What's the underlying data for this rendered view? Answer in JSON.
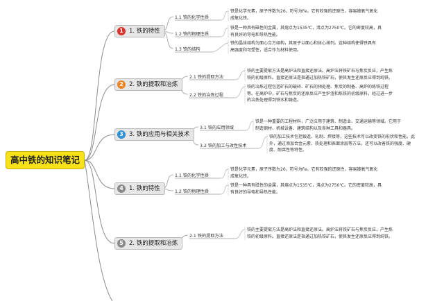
{
  "root": {
    "label": "高中铁的知识笔记"
  },
  "colors": {
    "red": "#d9332c",
    "orange": "#e98527",
    "blue": "#2f8fd0",
    "gray": "#8a8a8a"
  },
  "branches": [
    {
      "num": "1",
      "label": "1. 铁的特性",
      "subs": [
        {
          "label": "1.1 铁的化学性质",
          "lines": [
            "铁是化学元素，原子序数为26，符号为Fe。它有较强的还原性，容易被氧气氧化",
            "成氧化铁。"
          ]
        },
        {
          "label": "1.2 铁的物理性质",
          "lines": [
            "铁是一种具有磁性的金属，其熔点为1535℃，沸点为2750℃。它的密度较高，具",
            "有良好的导电和导热性能。"
          ]
        },
        {
          "label": "1.3 铁的结构",
          "lines": [
            "铁的晶体结构为面心立方结构，其原子以面心和体心排列。这种结构使得铁具有",
            "高强度和可塑性，适合作为材料使用。"
          ]
        }
      ]
    },
    {
      "num": "2",
      "label": "2. 铁的提取和冶炼",
      "subs": [
        {
          "label": "2.1 铁的提取方法",
          "lines": [
            "铁的主要提取方法是高炉法和直接还原法。高炉法将铁矿石与焦炭反应，产生炼",
            "铁的初级原料。直接还原法是指通过加热铁矿石，使其发生还原反应得到纯铁。"
          ]
        },
        {
          "label": "2.2 铁的冶炼过程",
          "lines": [
            "铁的冶炼过程包括矿石的破碎、矿石的预处理、焦炭的制备、高炉的炼铁过程",
            "等。在高炉中，矿石与焦炭的还原反应产生炉渣和炼铁的初级原料，经过进一步",
            "的冶炼处理得到铁水和铸造。"
          ]
        }
      ]
    },
    {
      "num": "3",
      "label": "3. 铁的应用与相关技术",
      "subs": [
        {
          "label": "3.1 铁的应用领域",
          "lines": [
            "铁是一种重要的工程材料，广泛应用于建筑、制造业、交通运输等领域。它用于",
            "制造钢材、机械设备、建筑结构以及各种工具和器具。"
          ]
        },
        {
          "label": "3.2 铁的加工与改性技术",
          "lines": [
            "铁的加工技术包括锻造、轧制、焊接等，这些技术可以改变铁的形状和性能。此",
            "外，通过添加合金元素、热处理和表面涂层等方法，还可以改善铁的强度、硬",
            "度、耐腐性等特性。"
          ]
        }
      ]
    },
    {
      "num": "4",
      "label": "1. 铁的特性",
      "subs": [
        {
          "label": "1.1 铁的化学性质",
          "lines": [
            "铁是化学元素，原子序数为26，符号为Fe。它有较强的还原性，容易被氧气氧化",
            "成氧化铁。"
          ]
        },
        {
          "label": "1.2 铁的物理性质",
          "lines": [
            "铁是一种具有磁性的金属，其熔点为1535℃，沸点为2750℃。它的密度较高，具",
            "有良好的导电和导热性能。"
          ]
        }
      ]
    },
    {
      "num": "5",
      "label": "2. 铁的提取和冶炼",
      "subs": [
        {
          "label": "2.1 铁的提取方法",
          "lines": [
            "铁的主要提取方法是高炉法和直接还原法。高炉法将铁矿石与焦炭反应，产生炼",
            "铁的初级原料。直接还原法是指通过加热铁矿石，使其发生还原反应得到纯铁。"
          ]
        }
      ]
    }
  ]
}
